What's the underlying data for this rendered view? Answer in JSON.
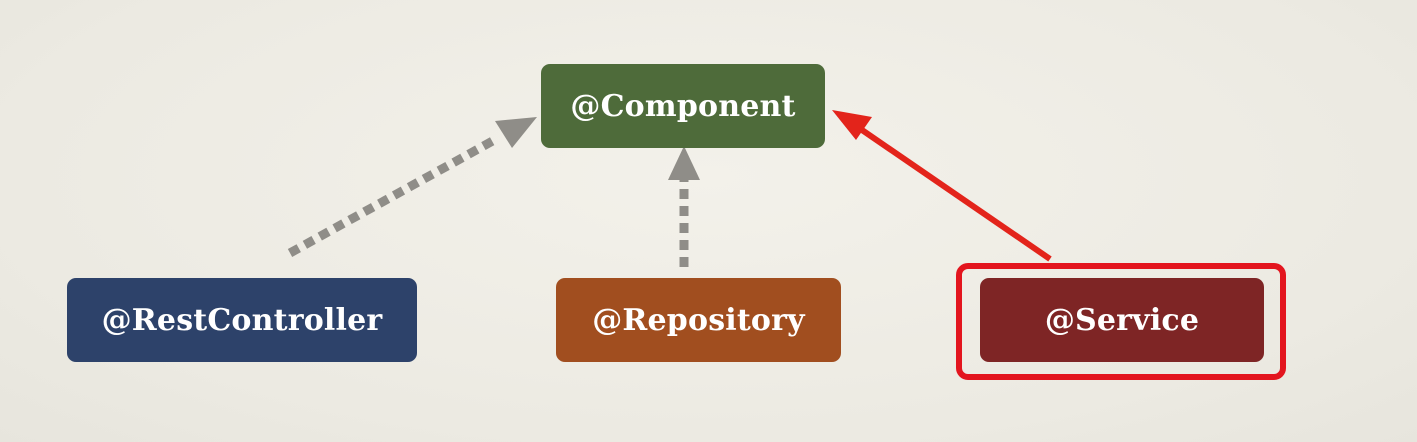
{
  "nodes": {
    "component": {
      "label": "@Component",
      "color": "#4e6b3a"
    },
    "restcontroller": {
      "label": "@RestController",
      "color": "#2d426a"
    },
    "repository": {
      "label": "@Repository",
      "color": "#a14e1f"
    },
    "service": {
      "label": "@Service",
      "color": "#7e2525"
    }
  },
  "edges": [
    {
      "from": "restcontroller",
      "to": "component",
      "style": "dotted",
      "color": "#8f8d88"
    },
    {
      "from": "repository",
      "to": "component",
      "style": "dotted",
      "color": "#8f8d88"
    },
    {
      "from": "service",
      "to": "component",
      "style": "solid",
      "color": "#e3241b"
    }
  ],
  "highlight": {
    "target": "service",
    "color": "#e3151e"
  }
}
